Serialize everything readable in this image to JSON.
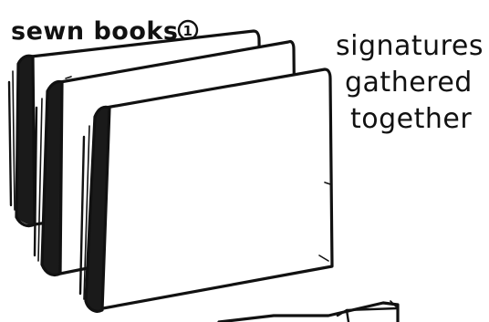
{
  "title": {
    "text": "sewn books",
    "marker": "1"
  },
  "annotation": {
    "lines": [
      "signatures",
      "gathered",
      "together"
    ]
  }
}
